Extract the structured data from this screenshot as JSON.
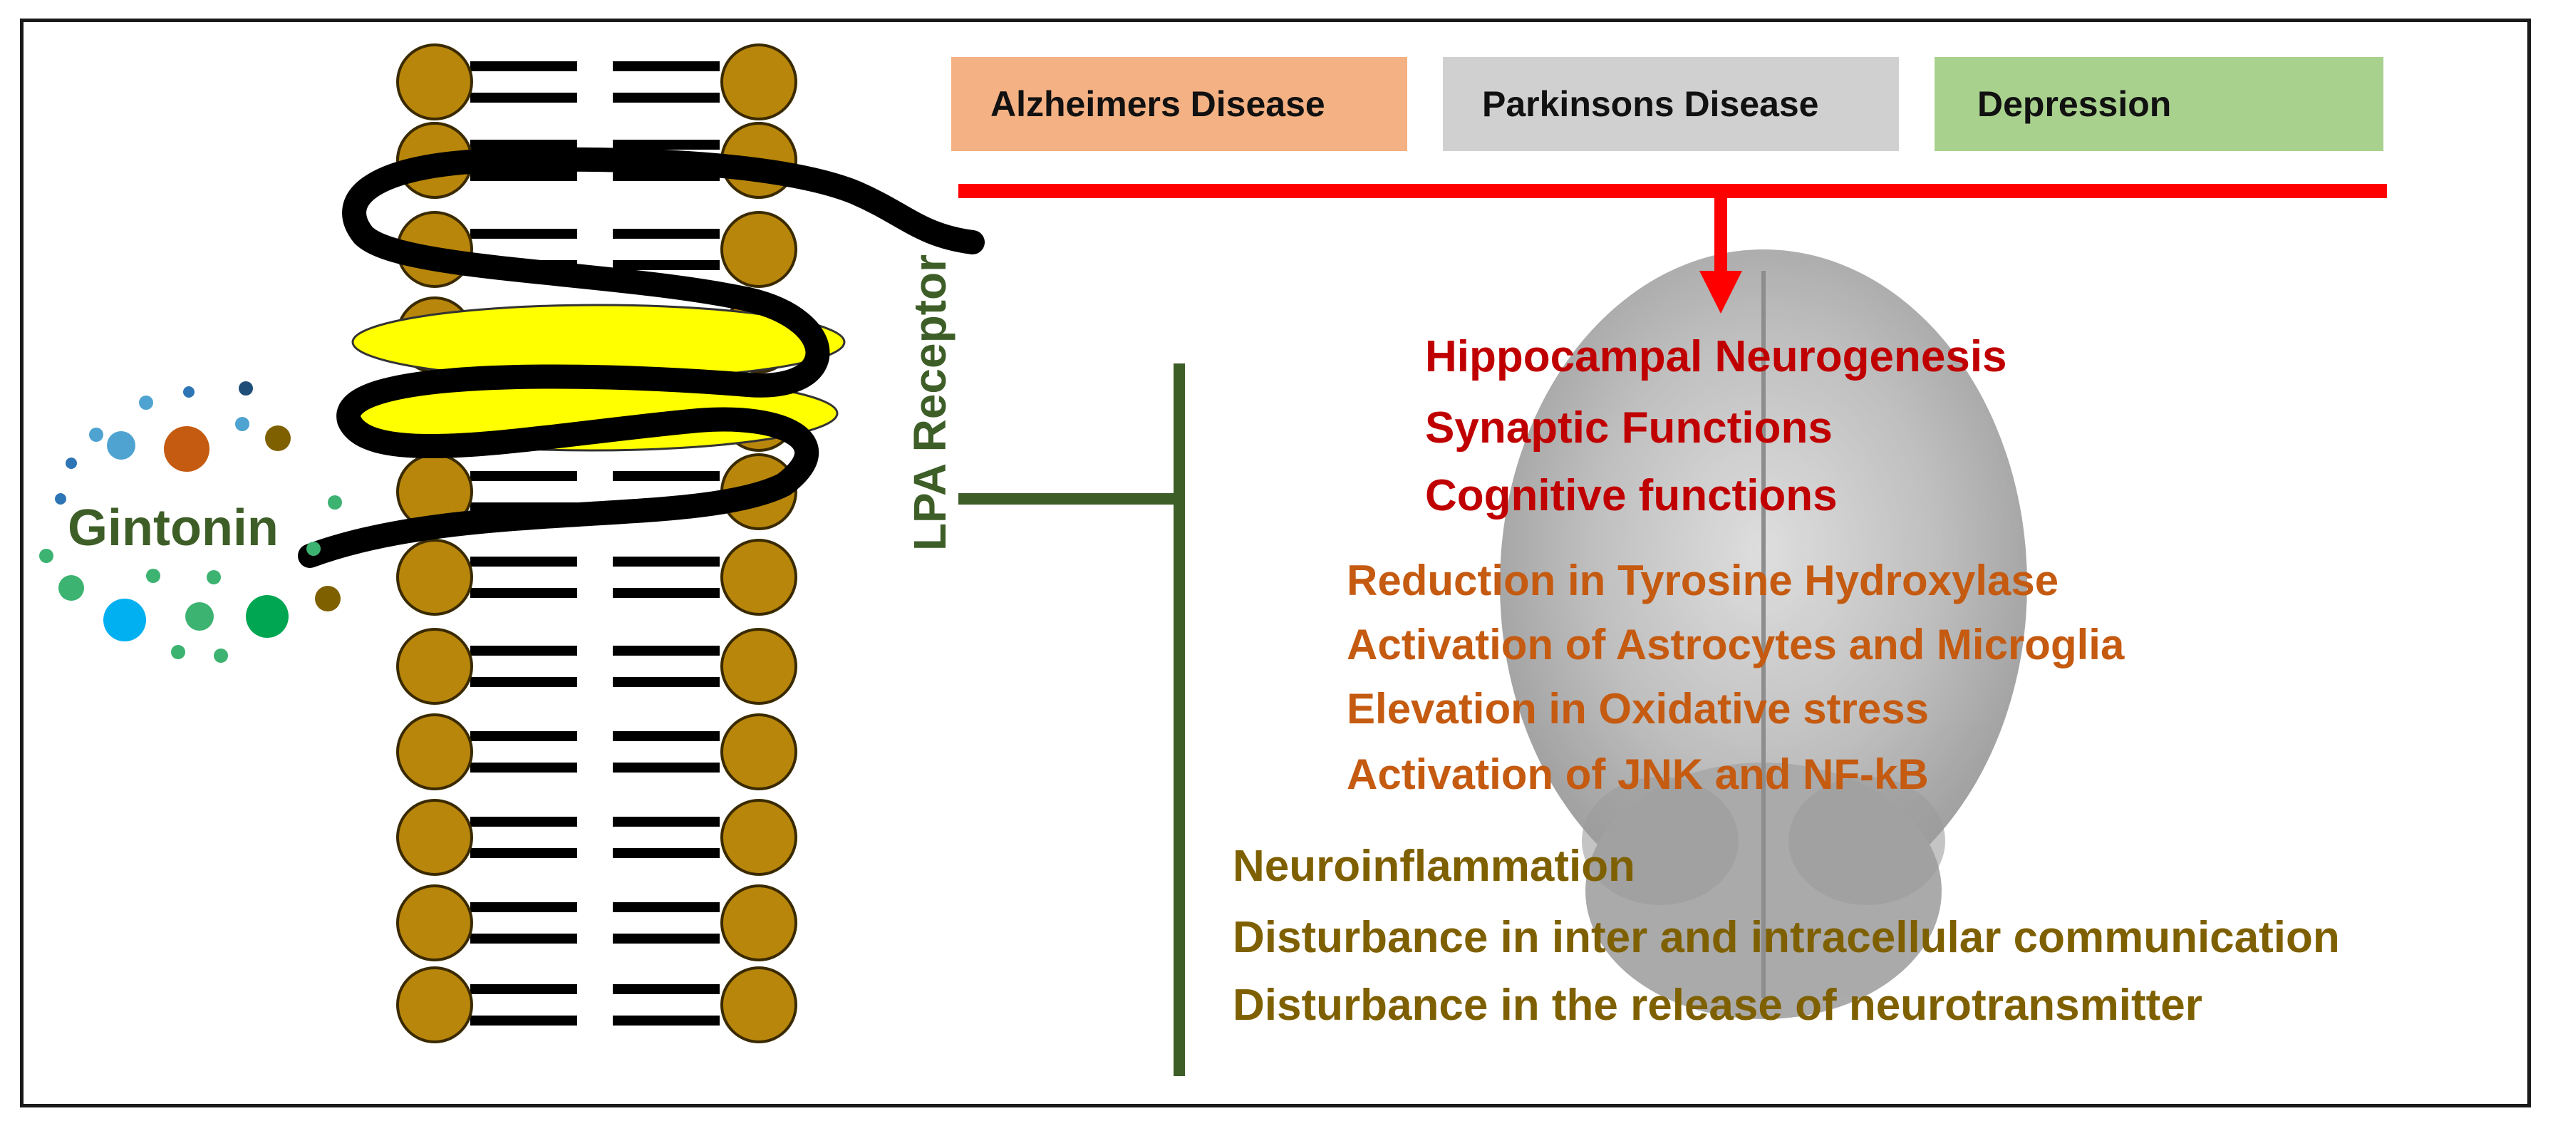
{
  "diseases": [
    {
      "label": "Alzheimers Disease",
      "color": "#f4b183"
    },
    {
      "label": "Parkinsons Disease",
      "color": "#d0d0d0"
    },
    {
      "label": "Depression",
      "color": "#a9d18e"
    }
  ],
  "ligand": {
    "label": "Gintonin",
    "color": "#3e5e28"
  },
  "receptor": {
    "label": "LPA Receptor",
    "color": "#3e5e28"
  },
  "effects": {
    "primary": {
      "color": "#c00000",
      "items": [
        "Hippocampal Neurogenesis",
        "Synaptic Functions",
        "Cognitive functions"
      ]
    },
    "secondary": {
      "color": "#c55a11",
      "items": [
        "Reduction in Tyrosine Hydroxylase",
        "Activation of Astrocytes and Microglia",
        "Elevation in Oxidative stress",
        "Activation of JNK and NF-kB"
      ]
    },
    "tertiary": {
      "color": "#7f6000",
      "items": [
        "Neuroinflammation",
        "Disturbance in inter and intracellular communication",
        "Disturbance in the release of neurotransmitter"
      ]
    }
  },
  "colors": {
    "lipid_head": "#b8860b",
    "helix_band": "#ffff00",
    "arrow": "#ff0000",
    "inhibition_bar": "#3e5e28"
  }
}
